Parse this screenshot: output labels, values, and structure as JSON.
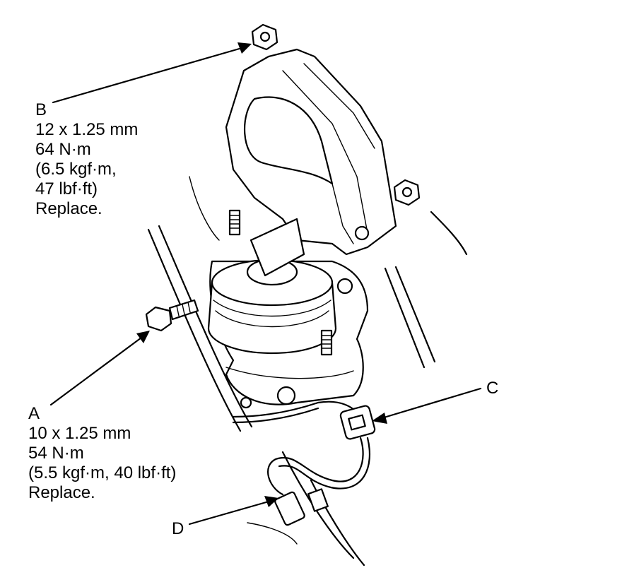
{
  "callouts": {
    "a": {
      "letter": "A",
      "lines": [
        "10 x 1.25 mm",
        "54 N·m",
        "(5.5 kgf·m, 40 lbf·ft)",
        "Replace."
      ]
    },
    "b": {
      "letter": "B",
      "lines": [
        "12 x 1.25 mm",
        "64 N·m",
        "(6.5 kgf·m,",
        "47 lbf·ft)",
        "Replace."
      ]
    },
    "c": {
      "letter": "C"
    },
    "d": {
      "letter": "D"
    }
  }
}
